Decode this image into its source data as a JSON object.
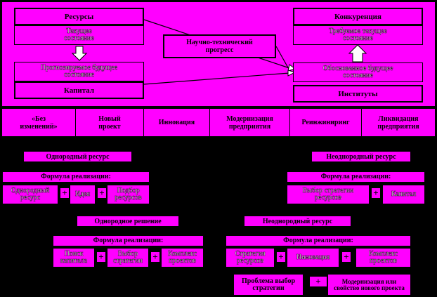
{
  "top": {
    "resources": "Ресурсы",
    "current_state": "Текущее состояние",
    "forecast_state": "Прогнозируемое будущее состояние",
    "capital": "Капитал",
    "progress": "Научно-технический прогресс",
    "competition": "Конкуренция",
    "required_state": "Требуемое текущее состояние",
    "justified_state": "Обоснованное будущее состояние",
    "institutions": "Институты"
  },
  "strip": [
    "«Без изменений»",
    "Новый проект",
    "Инновация",
    "Модернизация предприятия",
    "Реинжиниринг",
    "Ликвидация предприятия"
  ],
  "left1": {
    "label": "Однородный ресурс",
    "formula": "Формула реализации:",
    "items": [
      "Однородный ресурс",
      "Идея",
      "Подбор ресурсов"
    ]
  },
  "right1": {
    "label": "Неоднородный ресурс",
    "formula": "Формула реализации:",
    "items": [
      "Выбор стратегии ресурсов",
      "Капитал"
    ]
  },
  "left2": {
    "label": "Однородное решение",
    "formula": "Формула реализации:",
    "items": [
      "Поиск капитала",
      "Выбор стратегии",
      "Комплекс проектов"
    ]
  },
  "right2": {
    "label": "Неоднородный ресурс",
    "formula": "Формула реализации:",
    "items": [
      "Стратегия ресурсов",
      "Инновация",
      "Комплекс проектов"
    ],
    "items2": [
      "Проблема выбор стратегии",
      "Модернизация или свойство нового проекта"
    ]
  },
  "plus": "+"
}
